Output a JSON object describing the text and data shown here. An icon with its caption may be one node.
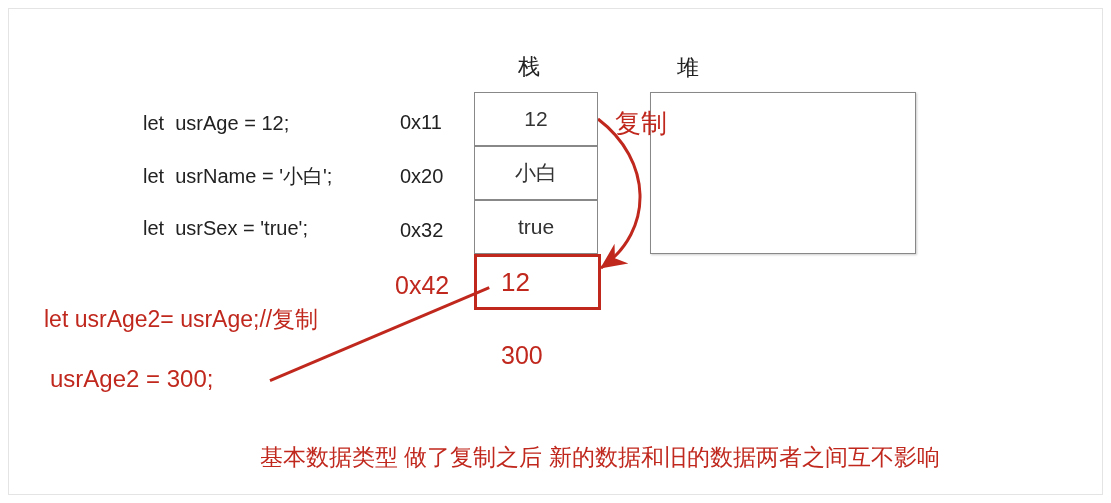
{
  "diagram": {
    "nodes": [
      {
        "text": [
          "栈"
        ]
      },
      {
        "text": [
          "12"
        ],
        "in": 0,
        "beside": [
          "0x11"
        ]
      },
      {
        "text": [
          "小白"
        ],
        "in": 0,
        "beside": [
          "0x20"
        ]
      },
      {
        "text": [
          "true"
        ],
        "in": 0,
        "beside": [
          "0x32"
        ]
      },
      {
        "text": [
          "12"
        ],
        "in": 0,
        "beside": [
          "0x42",
          "300"
        ]
      },
      {
        "text": [
          "堆"
        ]
      },
      {
        "text": [
          "usrAge2 = 300;"
        ]
      }
    ],
    "edges": [
      {
        "from": 1,
        "to": 4,
        "arrow": "to",
        "label": "复制"
      },
      {
        "from": 6,
        "to": 4,
        "arrow": "none"
      }
    ],
    "labels": [
      "let  usrAge = 12;",
      "let  usrName = '小白';",
      "let  usrSex = 'true';",
      "let usrAge2= usrAge;//复制"
    ],
    "caption": "基本数据类型 做了复制之后 新的数据和旧的数据两者之间互不影响"
  }
}
